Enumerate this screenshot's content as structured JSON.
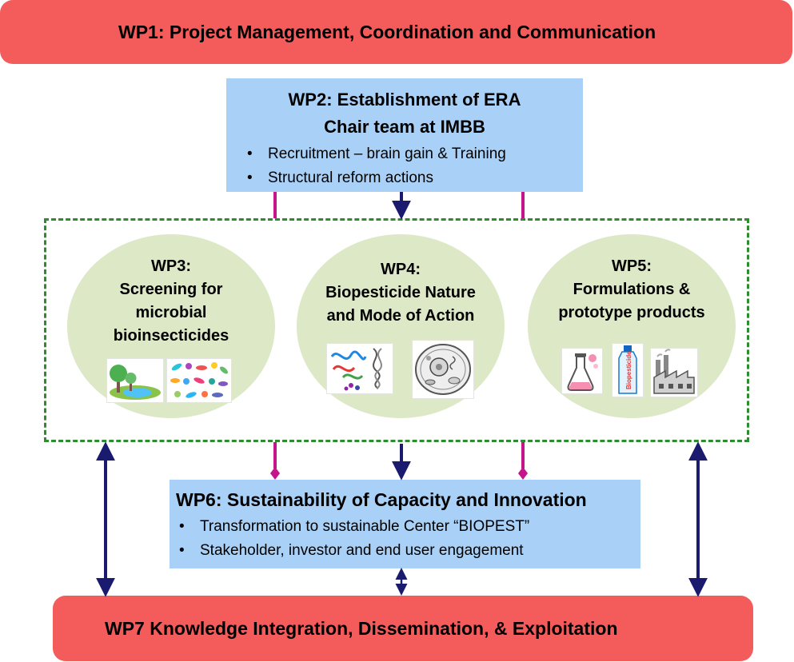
{
  "wp1": {
    "title": "WP1: Project Management, Coordination and Communication"
  },
  "wp2": {
    "title_line1": "WP2: Establishment of ERA",
    "title_line2": "Chair team at IMBB",
    "bullets": [
      "Recruitment – brain gain & Training",
      "Structural reform actions"
    ]
  },
  "wp3": {
    "line1": "WP3:",
    "line2": "Screening for",
    "line3": "microbial",
    "line4": "bioinsecticides"
  },
  "wp4": {
    "line1": "WP4:",
    "line2": "Biopesticide Nature",
    "line3": "and Mode of Action"
  },
  "wp5": {
    "line1": "WP5:",
    "line2": "Formulations &",
    "line3": "prototype products",
    "bottle_label": "Biopesticide"
  },
  "wp6": {
    "title": "WP6: Sustainability of Capacity and Innovation",
    "bullets": [
      "Transformation to sustainable Center “BIOPEST”",
      "Stakeholder, investor and end user engagement"
    ]
  },
  "wp7": {
    "title": "WP7 Knowledge Integration, Dissemination, & Exploitation"
  },
  "colors": {
    "banner_red": "#f45c5c",
    "box_blue": "#a9d1f7",
    "circle_green": "#dde8c6",
    "dashed_green": "#2e8b2e",
    "arrow_navy": "#1a1a6e",
    "connector_magenta": "#c4168a"
  }
}
